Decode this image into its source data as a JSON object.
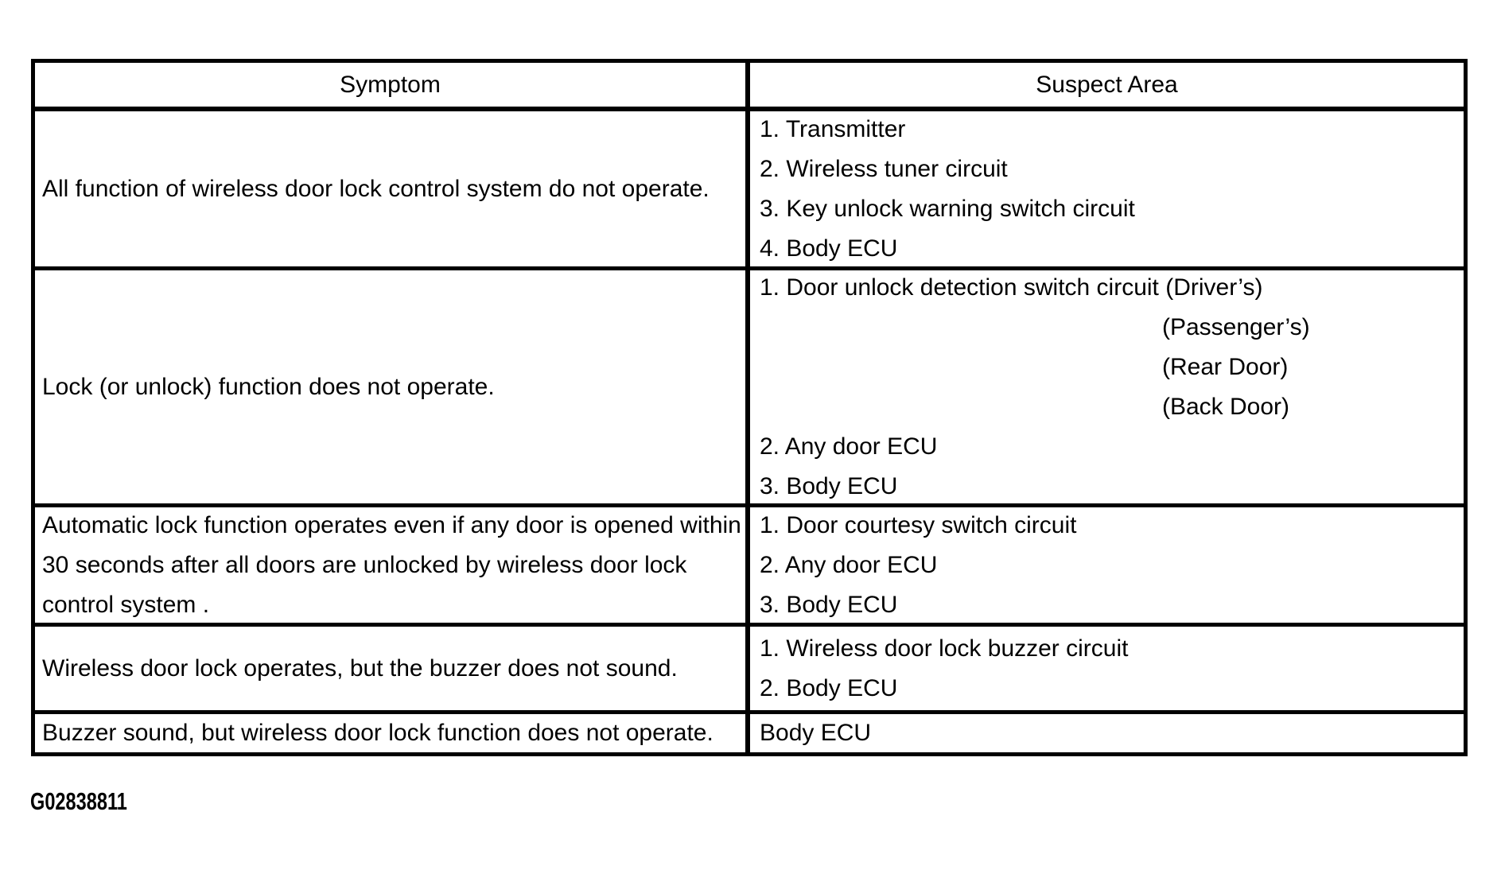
{
  "page": {
    "background": "#ffffff",
    "text_color": "#000000",
    "border_color": "#000000"
  },
  "caption": "G02838811",
  "table": {
    "headers": {
      "symptom": "Symptom",
      "suspect_area": "Suspect Area"
    },
    "rows": [
      {
        "symptom_lines": [
          "All function of wireless door lock control system do not operate."
        ],
        "suspect_lines": [
          "1. Transmitter",
          "2. Wireless tuner circuit",
          "3. Key unlock warning switch circuit",
          "4. Body ECU"
        ]
      },
      {
        "symptom_lines": [
          "Lock (or unlock) function does not operate."
        ],
        "suspect_lines": [
          "1. Door unlock detection switch circuit (Driver’s)",
          "(Passenger’s)",
          "(Rear Door)",
          "(Back Door)",
          "2. Any door ECU",
          "3. Body ECU"
        ]
      },
      {
        "symptom_lines": [
          "Automatic lock function operates even if any door is opened within",
          "30 seconds after all doors are unlocked by wireless door lock",
          "control system ."
        ],
        "suspect_lines": [
          "1. Door courtesy switch circuit",
          "2. Any door ECU",
          "3. Body ECU"
        ]
      },
      {
        "symptom_lines": [
          "Wireless door lock operates, but the buzzer does not sound."
        ],
        "suspect_lines": [
          "1. Wireless door lock buzzer circuit",
          "2. Body ECU"
        ]
      },
      {
        "symptom_lines": [
          "Buzzer sound, but wireless door lock function does not operate."
        ],
        "suspect_lines": [
          "Body ECU"
        ]
      }
    ]
  }
}
